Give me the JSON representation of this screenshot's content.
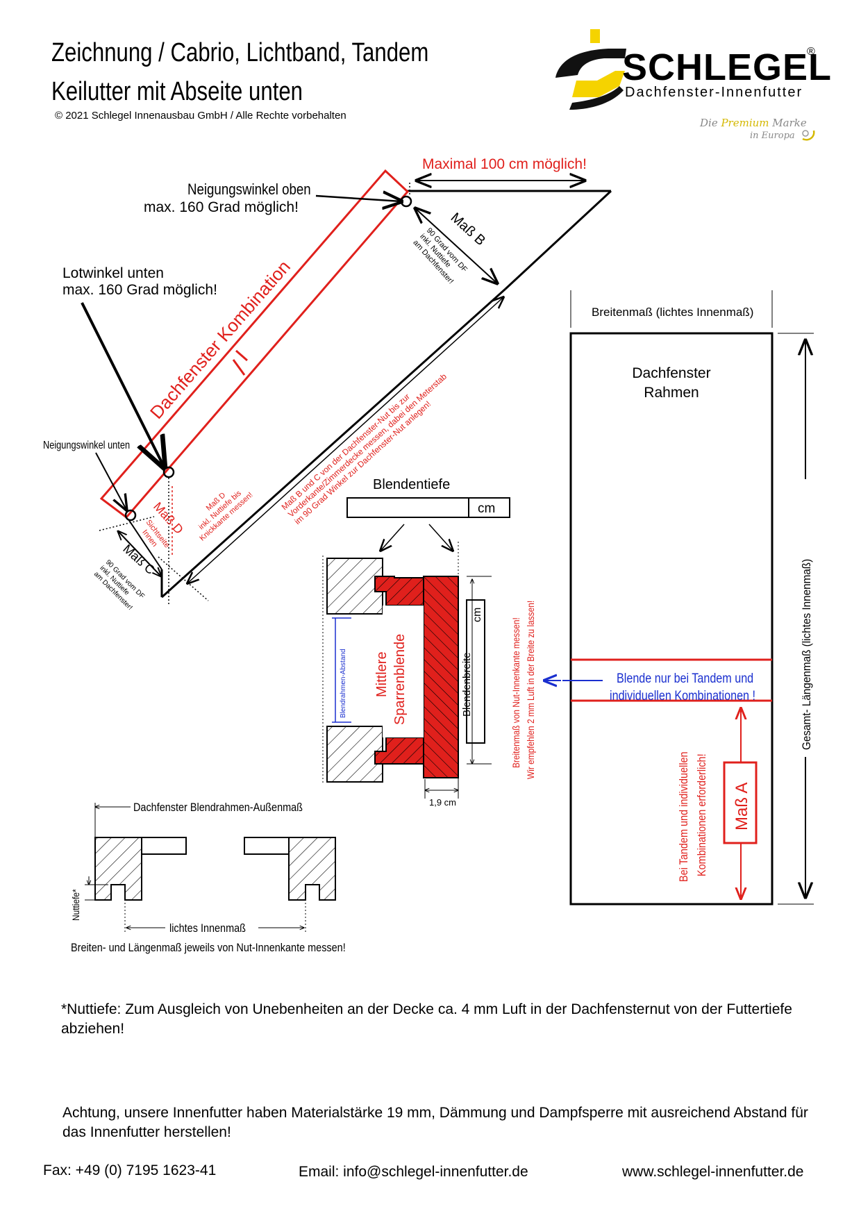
{
  "header": {
    "title_line1": "Zeichnung / Cabrio, Lichtband, Tandem",
    "title_line2": "Keilutter mit Abseite unten",
    "copyright": "© 2021 Schlegel Innenausbau GmbH / Alle Rechte vorbehalten"
  },
  "logo": {
    "brand": "SCHLEGEL",
    "registered": "®",
    "subtitle": "Dachfenster-Innenfutter",
    "tagline_part1": "Die ",
    "tagline_premium": "Premium",
    "tagline_part2": " Marke",
    "tagline_line2": "in Europa",
    "icon": "schlegel-s-logo-icon",
    "colors": {
      "yellow": "#f5d300",
      "black": "#111111"
    }
  },
  "diagram": {
    "max_label": "Maximal 100 cm möglich!",
    "neigung_oben_1": "Neigungswinkel oben",
    "neigung_oben_2": "max. 160 Grad möglich!",
    "lotwinkel_1": "Lotwinkel unten",
    "lotwinkel_2": "max. 160 Grad möglich!",
    "neigung_unten": "Neigungswinkel unten",
    "dachfenster_kombination": "Dachfenster Kombination",
    "mass_b": "Maß B",
    "mass_b_note_1": "90 Grad vom DF",
    "mass_b_note_2": "inkl. Nuttiefe",
    "mass_b_note_3": "am Dachfenster!",
    "mass_c": "Maß C",
    "mass_c_note_1": "90 Grad vom DF",
    "mass_c_note_2": "inkl. Nuttiefe",
    "mass_c_note_3": "am Dachfenster!",
    "mass_d": "Maß D",
    "sichtseite_1": "Sichtseite",
    "sichtseite_2": "Innen",
    "mass_d_note_1": "Maß D",
    "mass_d_note_2": "inkl. Nuttiefe bis",
    "mass_d_note_3": "Knickkante messen!",
    "diag_note_1": "Maß B und C von der Dachfenster-Nut bis zur",
    "diag_note_2": "Vorderkante/Zimmerdecke messen, dabei den Meterstab",
    "diag_note_3": "im 90 Grad Winkel zur Dachfenster-Nut anlegen!",
    "colors": {
      "red": "#e0201c",
      "blue": "#1a2fcf"
    }
  },
  "blende": {
    "blendentiefe": "Blendentiefe",
    "cm_unit": "cm",
    "cm_unit_2": "cm",
    "mittlere_1": "Mittlere",
    "mittlere_2": "Sparrenblende",
    "blendrahmen_abstand": "Blendrahmen-Abstand",
    "blendenbreite": "Blendenbreite",
    "dim_19": "1,9 cm",
    "breitenmass_note_1": "Breitenmaß von Nut-Innenkante messen!",
    "breitenmass_note_2": "Wir empfehlen 2 mm Luft in der Breite zu lassen!"
  },
  "rahmen": {
    "breitenmass": "Breitenmaß (lichtes Innenmaß)",
    "title_1": "Dachfenster",
    "title_2": "Rahmen",
    "blende_note_1": "Blende nur bei Tandem und",
    "blende_note_2": "individuellen  Kombinationen !",
    "tandem_note_1": "Bei Tandem und individuellen",
    "tandem_note_2": "Kombinationen erforderlich!",
    "mass_a": "Maß A",
    "gesamt": "Gesamt- Längenmaß (lichtes Innenmaß)"
  },
  "profile": {
    "aussenmass": "Dachfenster Blendrahmen-Außenmaß",
    "nuttiefe": "Nuttiefe*",
    "lichtes": "lichtes Innenmaß",
    "hint": "Breiten- und Längenmaß jeweils von Nut-Innenkante messen!"
  },
  "notes": {
    "nuttiefe_note": "*Nuttiefe: Zum Ausgleich von Unebenheiten an der Decke ca. 4 mm Luft in der Dachfensternut von der Futtertiefe abziehen!",
    "achtung_note": "Achtung, unsere Innenfutter haben Materialstärke 19 mm, Dämmung und Dampfsperre mit ausreichend Abstand für das Innenfutter herstellen!"
  },
  "footer": {
    "fax": "Fax: +49 (0) 7195 1623-41",
    "email": "Email: info@schlegel-innenfutter.de",
    "web": "www.schlegel-innenfutter.de"
  }
}
